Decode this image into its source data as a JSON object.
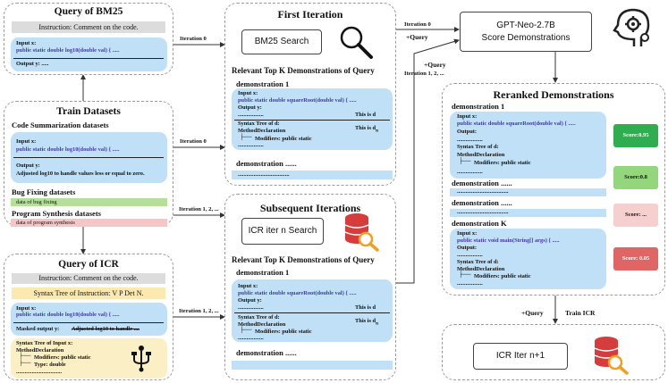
{
  "bm25": {
    "title": "Query of BM25",
    "instruction": "Instruction: Comment on the code.",
    "input": "Input x:",
    "code": "public static double log10(double val) { .....",
    "output": "Output y: ....."
  },
  "train": {
    "title": "Train Datasets",
    "cs_title": "Code Summarization datasets",
    "cs_input": "Input x:",
    "cs_code": "public static double log10(double val) { .....",
    "cs_output": "Output y:",
    "cs_output_text": "Adjusted log10 to handle values less or equal to zero.",
    "bf_title": "Bug Fixing datasets",
    "bf_data": "data of bug fixing",
    "ps_title": "Program Synthesis datasets",
    "ps_data": "data of program synthesis"
  },
  "icr": {
    "title": "Query of ICR",
    "instruction": "Instruction: Comment on the code.",
    "syntax": "Syntax Tree of Instruction: V P Det N.",
    "input": "Input x:",
    "code": "public static double log10(double val) { .....",
    "masked_label": "Masked output y:",
    "masked_text": "Adjusted log10 to handle ....",
    "tree_title": "Syntax Tree of Input x:",
    "tree_root": "MethodDeclaration",
    "tree_mod": "Modifiers: public static",
    "tree_type": "Type: double",
    "tree_dots": "................................"
  },
  "first": {
    "title": "First Iteration",
    "search": "BM25 Search",
    "topk": "Relevant Top K Demonstrations of Query",
    "demo1": "demonstration 1",
    "input": "Input x:",
    "code": "public static double squareRoot(double val) { .....",
    "output": "Output y:",
    "dots1": "..................",
    "tree": "Syntax Tree of d:",
    "this_d": "This is d",
    "decl": "MethodDeclaration",
    "this_dn": "This is d",
    "mod": "Modifiers: public static",
    "dots2": "..................",
    "demo_more": "demonstration ......",
    "dots3": "...................................."
  },
  "sub": {
    "title": "Subsequent Iterations",
    "search": "ICR iter n Search",
    "topk": "Relevant Top K Demonstrations of Query",
    "demo1": "demonstration 1",
    "input": "Input x:",
    "code": "public static double squareRoot(double val) { .....",
    "output": "Output y:",
    "dots1": "..................",
    "tree": "Syntax Tree of d:",
    "this_d": "This is d",
    "decl": "MethodDeclaration",
    "this_dn": "This is d",
    "mod": "Modifiers: public static",
    "dots2": "..................",
    "demo_more": "demonstration ......"
  },
  "gpt": {
    "line1": "GPT-Neo-2.7B",
    "line2": "Score Demonstrations"
  },
  "rerank": {
    "title": "Reranked Demonstrations",
    "demo1": "demonstration 1",
    "input": "Input x:",
    "code1": "public static double squareRoot(double val) { .....",
    "output": "Output:",
    "dots": "..................",
    "tree": "Syntax Tree of d:",
    "decl": "MethodDeclaration",
    "mod": "Modifiers: public static",
    "dots2": "..................",
    "demo_more1": "demonstration ......",
    "dots3": "....................................",
    "demo_more2": "demonstration ......",
    "dots4": "....................................",
    "demok": "demonstration K",
    "inputk": "Input x:",
    "codek": "public static void main(String[] args) { .....",
    "outputk": "Output:",
    "score1": "Score:0.95",
    "score2": "Score:0.8",
    "score3": "Score: ...",
    "score4": "Score: 0.05",
    "colors": {
      "s1": "#2eae4e",
      "s2": "#93d67c",
      "s3": "#f6cfcf",
      "s4": "#e06666"
    }
  },
  "final": {
    "box": "ICR Iter n+1"
  },
  "edges": {
    "iter0_a": "Iteration 0",
    "iter0_b": "Iteration 0",
    "iter12_a": "Iteration 1, 2, ...",
    "iter12_b": "Iteration 1, 2, ...",
    "gpt_iter0": "Iteration 0",
    "gpt_query": "+Query",
    "gpt_query2": "+Query",
    "gpt_iter12": "Iteration 1, 2, ...",
    "train_query": "+Query",
    "train_icr": "Train ICR"
  }
}
